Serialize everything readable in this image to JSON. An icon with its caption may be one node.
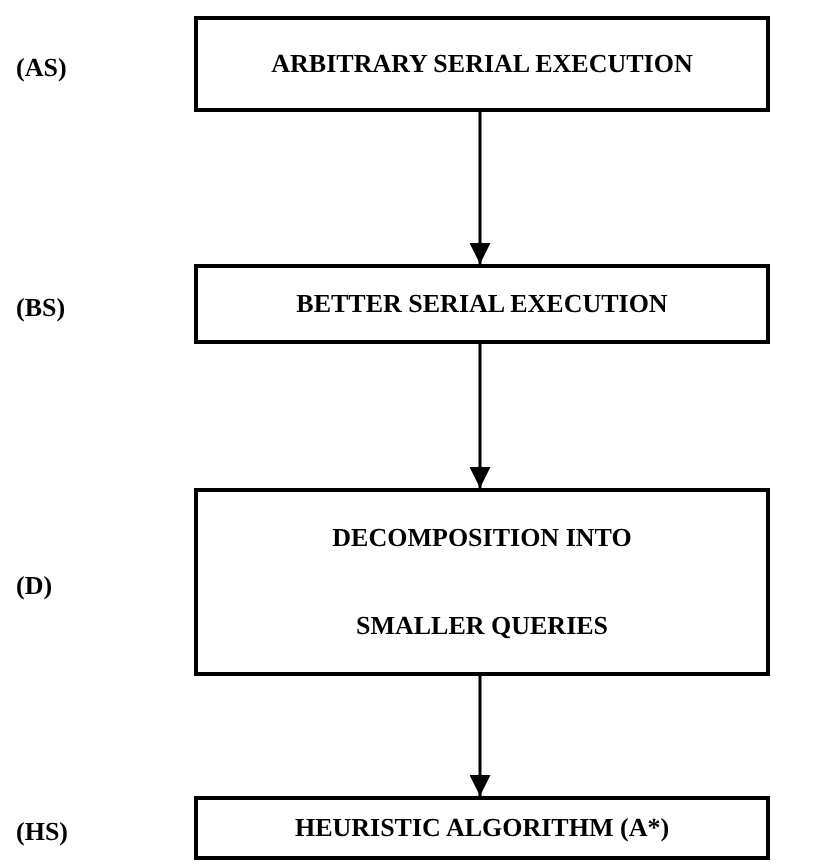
{
  "diagram": {
    "nodes": [
      {
        "text": [
          "ARBITRARY SERIAL EXECUTION"
        ]
      },
      {
        "text": [
          "BETTER SERIAL EXECUTION"
        ]
      },
      {
        "text": [
          "DECOMPOSITION INTO SMALLER QUERIES"
        ]
      },
      {
        "text": [
          "HEURISTIC ALGORITHM (A*)"
        ]
      }
    ],
    "edges": [
      {
        "from": 0,
        "to": 1,
        "arrow": "to"
      },
      {
        "from": 1,
        "to": 2,
        "arrow": "to"
      },
      {
        "from": 2,
        "to": 3,
        "arrow": "to"
      }
    ],
    "labels": [
      "(AS)",
      "(BS)",
      "(D)",
      "(HS)"
    ]
  }
}
